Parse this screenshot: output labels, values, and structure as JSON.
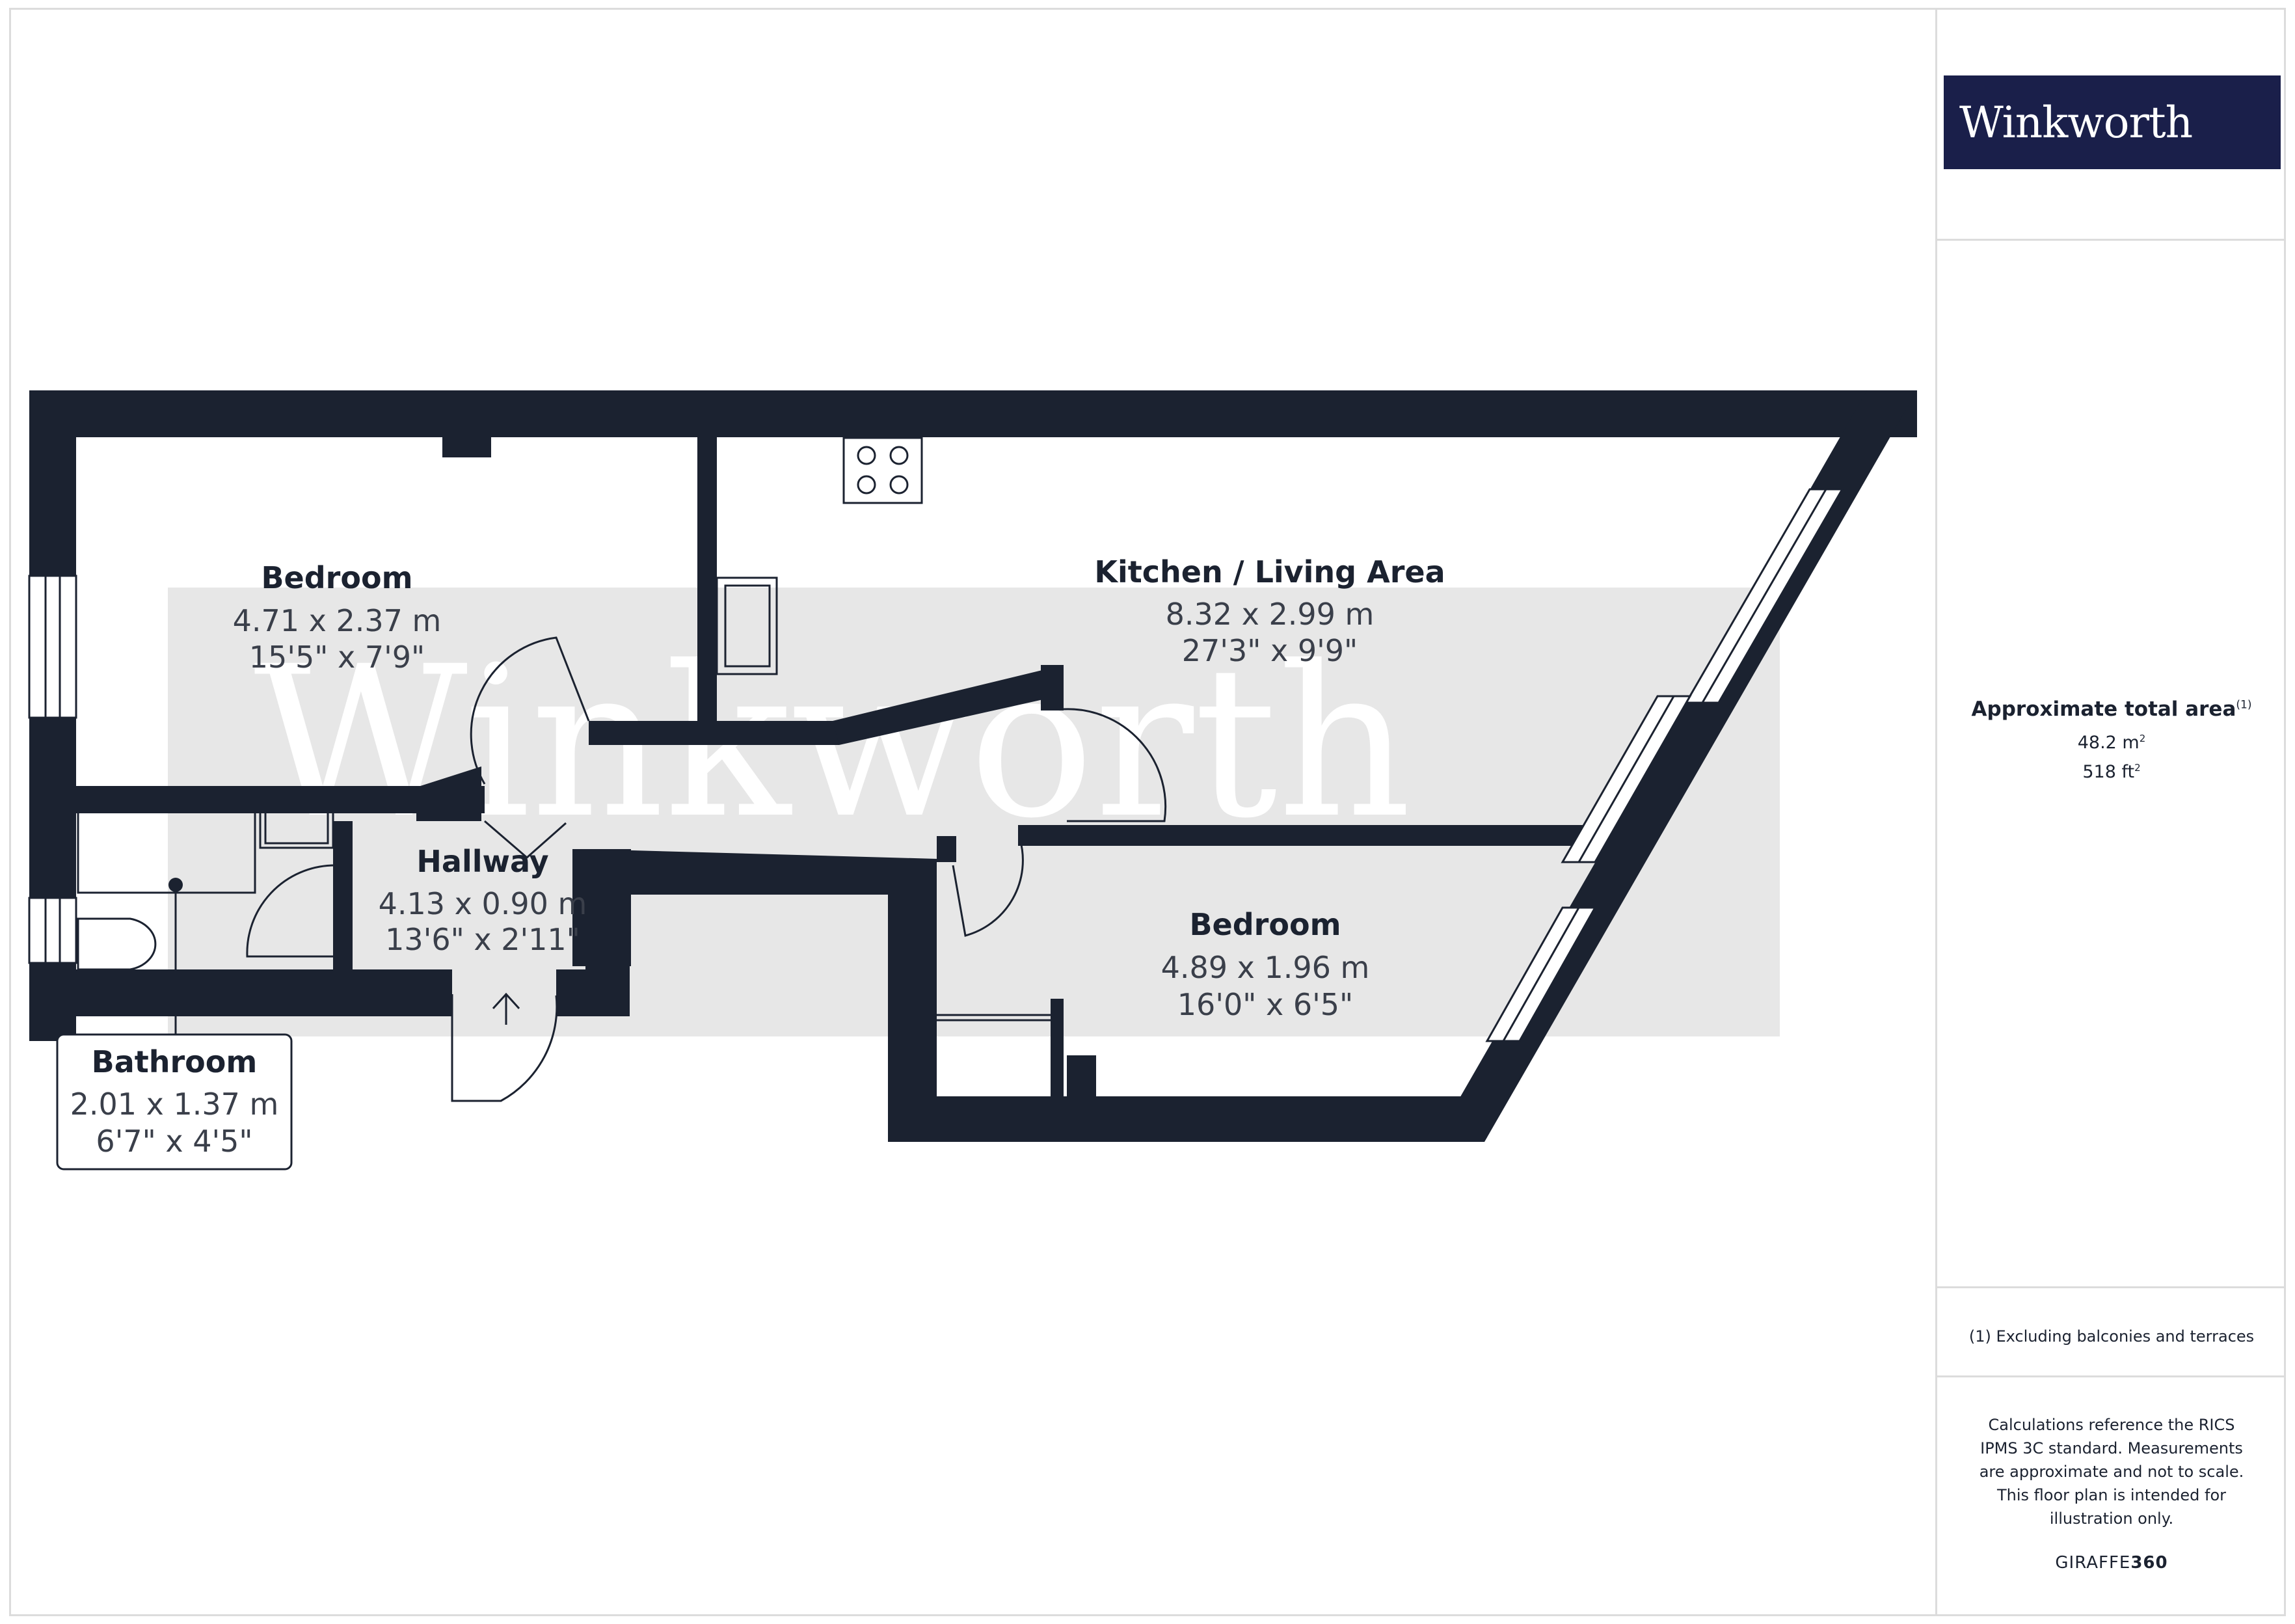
{
  "brand": {
    "logo_text": "Winkworth",
    "watermark_text": "Winkworth",
    "colors": {
      "wall": "#1b2230",
      "logo_bg": "#1a1f4a",
      "watermark": "#e7e7e7"
    }
  },
  "rooms": [
    {
      "id": "bedroom-1",
      "name": "Bedroom",
      "metric": "4.71 x 2.37 m",
      "imperial": "15'5\" x 7'9\""
    },
    {
      "id": "kitchen",
      "name": "Kitchen / Living Area",
      "metric": "8.32 x 2.99 m",
      "imperial": "27'3\" x 9'9\""
    },
    {
      "id": "hallway",
      "name": "Hallway",
      "metric": "4.13 x 0.90 m",
      "imperial": "13'6\" x 2'11\""
    },
    {
      "id": "bedroom-2",
      "name": "Bedroom",
      "metric": "4.89 x 1.96 m",
      "imperial": "16'0\" x 6'5\""
    },
    {
      "id": "bathroom",
      "name": "Bathroom",
      "metric": "2.01 x 1.37 m",
      "imperial": "6'7\" x 4'5\""
    }
  ],
  "summary": {
    "title": "Approximate total area",
    "title_note": "(1)",
    "area_m2_value": "48.2 m",
    "area_ft2_value": "518 ft",
    "sup2": "2",
    "footnote": "(1) Excluding balconies and terraces",
    "disclaimer": "Calculations reference the RICS IPMS 3C standard. Measurements are approximate and not to scale. This floor plan is intended for illustration only.",
    "software_light": "GIRAFFE",
    "software_bold": "360"
  }
}
